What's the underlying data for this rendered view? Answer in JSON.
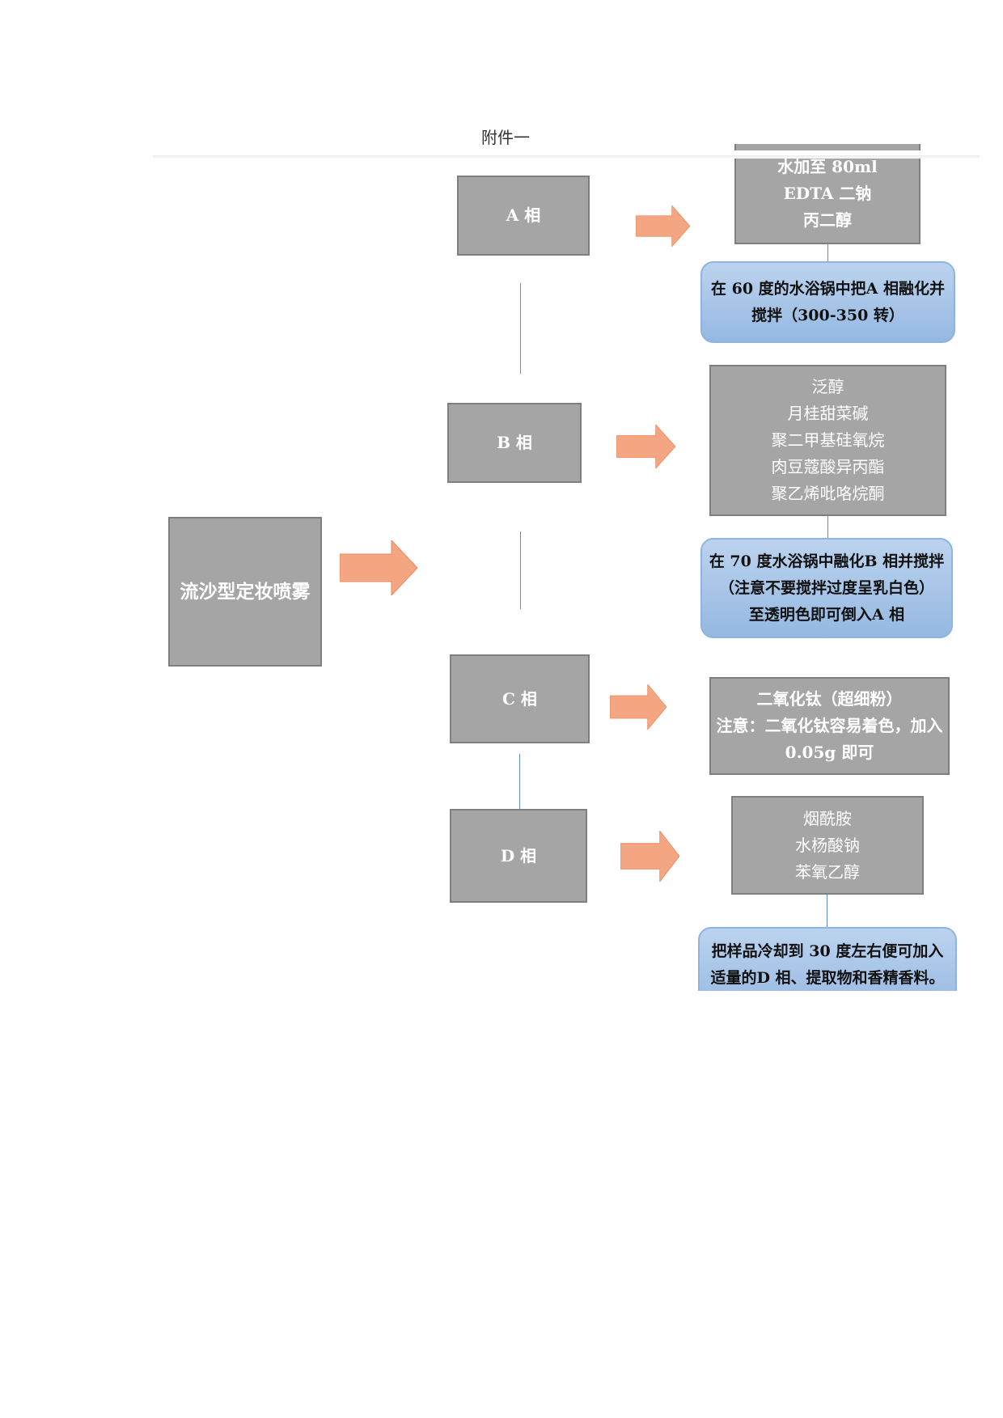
{
  "title": "附件一",
  "main_box": "流沙型定妆喷雾",
  "phases": [
    {
      "label": "A 相",
      "ingredients": [
        "水加至 80ml",
        "EDTA 二钠",
        "丙二醇"
      ],
      "instruction": [
        "在 60 度的水浴锅中把A 相融化并",
        "搅拌（300-350 转）"
      ]
    },
    {
      "label": "B 相",
      "ingredients": [
        "泛醇",
        "月桂甜菜碱",
        "聚二甲基硅氧烷",
        "肉豆蔻酸异丙酯",
        "聚乙烯吡咯烷酮"
      ],
      "instruction": [
        "在 70 度水浴锅中融化B 相并搅拌",
        "（注意不要搅拌过度呈乳白色）",
        "至透明色即可倒入A 相"
      ]
    },
    {
      "label": "C 相",
      "ingredients": [
        "二氧化钛（超细粉）",
        "注意：二氧化钛容易着色，加入",
        "0.05g 即可"
      ]
    },
    {
      "label": "D 相",
      "ingredients": [
        "烟酰胺",
        "水杨酸钠",
        "苯氧乙醇"
      ],
      "instruction": [
        "把样品冷却到 30 度左右便可加入",
        "适量的D 相、提取物和香精香料。"
      ]
    }
  ],
  "colors": {
    "box": "#a5a5a5",
    "arrow": "#f4a582",
    "blue": "#95b8e2",
    "line": "#5b8fc7"
  }
}
